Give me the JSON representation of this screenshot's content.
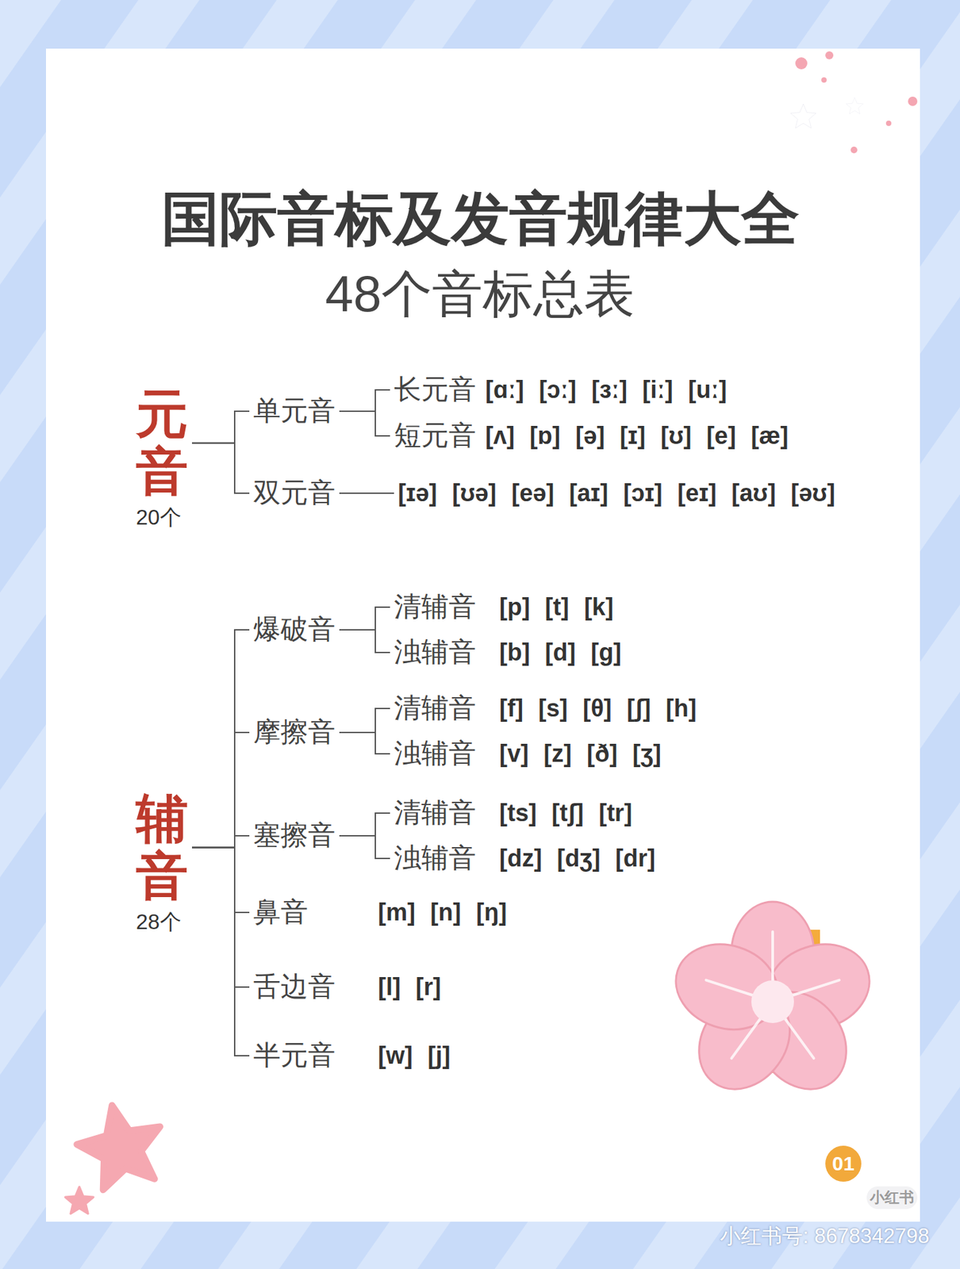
{
  "diagram": {
    "title": "国际音标及发音规律大全",
    "nodes": [
      {
        "text": [
          "元音",
          "20个"
        ]
      },
      {
        "text": [
          "单元音"
        ]
      },
      {
        "text": [
          "长元音",
          "[ɑː] [ɔː] [ɜː] [iː] [uː]"
        ]
      },
      {
        "text": [
          "短元音",
          "[ʌ] [ɒ] [ə] [ɪ] [ʊ] [e] [æ]"
        ]
      },
      {
        "text": [
          "双元音"
        ]
      },
      {
        "text": [
          "[ɪə] [ʊə] [eə] [aɪ] [ɔɪ] [eɪ] [aʊ] [əʊ]"
        ]
      },
      {
        "text": [
          "辅音",
          "28个"
        ]
      },
      {
        "text": [
          "爆破音"
        ]
      },
      {
        "text": [
          "清辅音",
          "[p] [t] [k]"
        ]
      },
      {
        "text": [
          "浊辅音",
          "[b] [d] [g]"
        ]
      },
      {
        "text": [
          "摩擦音"
        ]
      },
      {
        "text": [
          "清辅音",
          "[f] [s] [θ] [ʃ] [h]"
        ]
      },
      {
        "text": [
          "浊辅音",
          "[v] [z] [ð] [ʒ]"
        ]
      },
      {
        "text": [
          "塞擦音"
        ]
      },
      {
        "text": [
          "清辅音",
          "[ts] [tʃ] [tr]"
        ]
      },
      {
        "text": [
          "浊辅音",
          "[dz] [dʒ] [dr]"
        ]
      },
      {
        "text": [
          "鼻音",
          "[m] [n] [ŋ]"
        ]
      },
      {
        "text": [
          "舌边音",
          "[l] [r]"
        ]
      },
      {
        "text": [
          "半元音",
          "[w] [j]"
        ]
      }
    ],
    "edges": [
      {
        "from": 0,
        "to": 1,
        "arrow": "none"
      },
      {
        "from": 0,
        "to": 4,
        "arrow": "none"
      },
      {
        "from": 1,
        "to": 2,
        "arrow": "none"
      },
      {
        "from": 1,
        "to": 3,
        "arrow": "none"
      },
      {
        "from": 4,
        "to": 5,
        "arrow": "none"
      },
      {
        "from": 6,
        "to": 7,
        "arrow": "none"
      },
      {
        "from": 6,
        "to": 10,
        "arrow": "none"
      },
      {
        "from": 6,
        "to": 13,
        "arrow": "none"
      },
      {
        "from": 6,
        "to": 16,
        "arrow": "none"
      },
      {
        "from": 6,
        "to": 17,
        "arrow": "none"
      },
      {
        "from": 6,
        "to": 18,
        "arrow": "none"
      },
      {
        "from": 7,
        "to": 8,
        "arrow": "none"
      },
      {
        "from": 7,
        "to": 9,
        "arrow": "none"
      },
      {
        "from": 10,
        "to": 11,
        "arrow": "none"
      },
      {
        "from": 10,
        "to": 12,
        "arrow": "none"
      },
      {
        "from": 13,
        "to": 14,
        "arrow": "none"
      },
      {
        "from": 13,
        "to": 15,
        "arrow": "none"
      }
    ],
    "labels": [
      "48个音标总表",
      "01",
      "小红书",
      "小红书号: 8678342798"
    ]
  }
}
